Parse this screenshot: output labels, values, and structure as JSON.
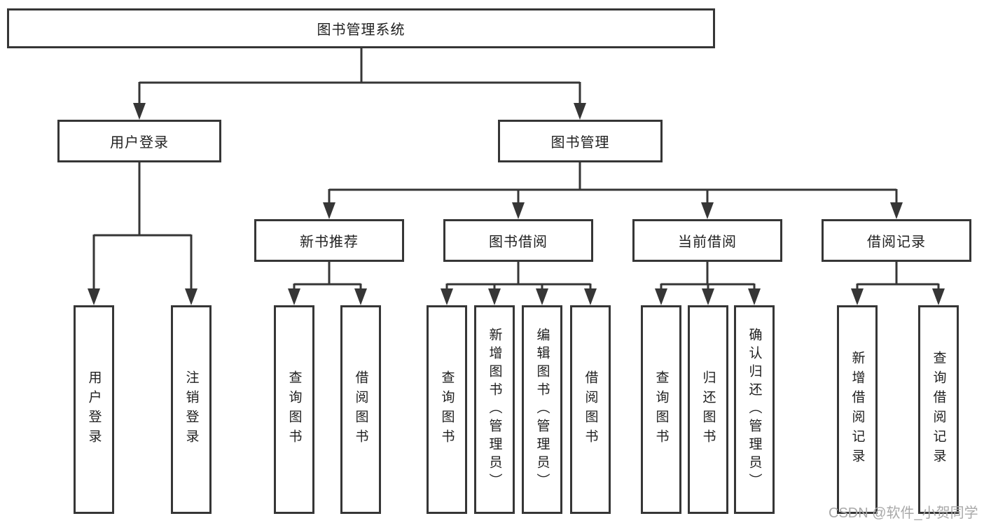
{
  "title": "图书管理系统",
  "watermark": "CSDN @软件_小贺同学",
  "colors": {
    "line": "#363636",
    "box_border": "#363636",
    "box_fill": "#ffffff",
    "text": "#1f1f1f",
    "watermark": "#a9a9a9"
  },
  "tree": {
    "label": "图书管理系统",
    "children": [
      {
        "label": "用户登录",
        "children": [
          {
            "label": "用户登录"
          },
          {
            "label": "注销登录"
          }
        ]
      },
      {
        "label": "图书管理",
        "children": [
          {
            "label": "新书推荐",
            "children": [
              {
                "label": "查询图书"
              },
              {
                "label": "借阅图书"
              }
            ]
          },
          {
            "label": "图书借阅",
            "children": [
              {
                "label": "查询图书"
              },
              {
                "label": "新增图书（管理员）"
              },
              {
                "label": "编辑图书（管理员）"
              },
              {
                "label": "借阅图书"
              }
            ]
          },
          {
            "label": "当前借阅",
            "children": [
              {
                "label": "查询图书"
              },
              {
                "label": "归还图书"
              },
              {
                "label": "确认归还（管理员）"
              }
            ]
          },
          {
            "label": "借阅记录",
            "children": [
              {
                "label": "新增借阅记录"
              },
              {
                "label": "查询借阅记录"
              }
            ]
          }
        ]
      }
    ]
  }
}
